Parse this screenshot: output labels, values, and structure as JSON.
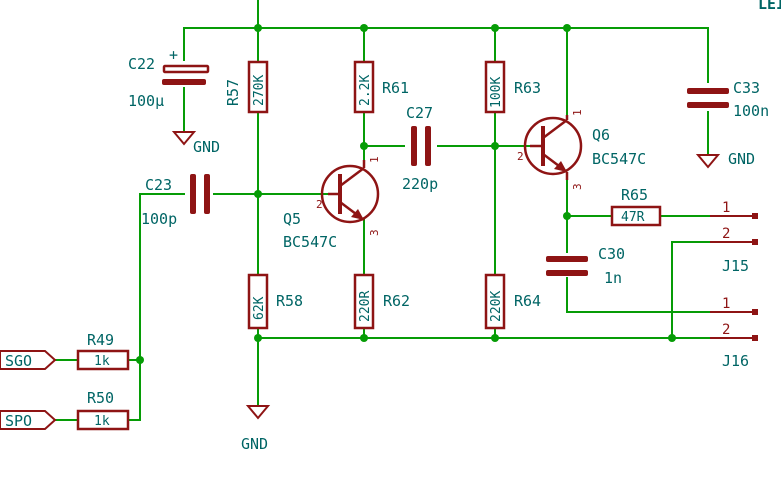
{
  "corner_label": "LEI",
  "caps": {
    "c22": {
      "ref": "C22",
      "value": "100µ"
    },
    "c23": {
      "ref": "C23",
      "value": "100p"
    },
    "c27": {
      "ref": "C27",
      "value": "220p"
    },
    "c30": {
      "ref": "C30",
      "value": "1n"
    },
    "c33": {
      "ref": "C33",
      "value": "100n"
    }
  },
  "resistors": {
    "r57": {
      "ref": "R57",
      "value": "270K"
    },
    "r61": {
      "ref": "R61",
      "value": "2.2K"
    },
    "r63": {
      "ref": "R63",
      "value": "100K"
    },
    "r58": {
      "ref": "R58",
      "value": "62K"
    },
    "r62": {
      "ref": "R62",
      "value": "220R"
    },
    "r64": {
      "ref": "R64",
      "value": "220K"
    },
    "r65": {
      "ref": "R65",
      "value": "47R"
    },
    "r49": {
      "ref": "R49",
      "value": "1k"
    },
    "r50": {
      "ref": "R50",
      "value": "1k"
    }
  },
  "transistors": {
    "q5": {
      "ref": "Q5",
      "value": "BC547C"
    },
    "q6": {
      "ref": "Q6",
      "value": "BC547C"
    }
  },
  "pins": {
    "p1": "1",
    "p2": "2",
    "p3": "3"
  },
  "cap_polarity": "+",
  "connectors": {
    "j15": {
      "ref": "J15",
      "pins": [
        "1",
        "2"
      ]
    },
    "j16": {
      "ref": "J16",
      "pins": [
        "1",
        "2"
      ]
    }
  },
  "power": {
    "gnd": "GND"
  },
  "inputs": {
    "sgo": "SGO",
    "spo": "SPO"
  }
}
